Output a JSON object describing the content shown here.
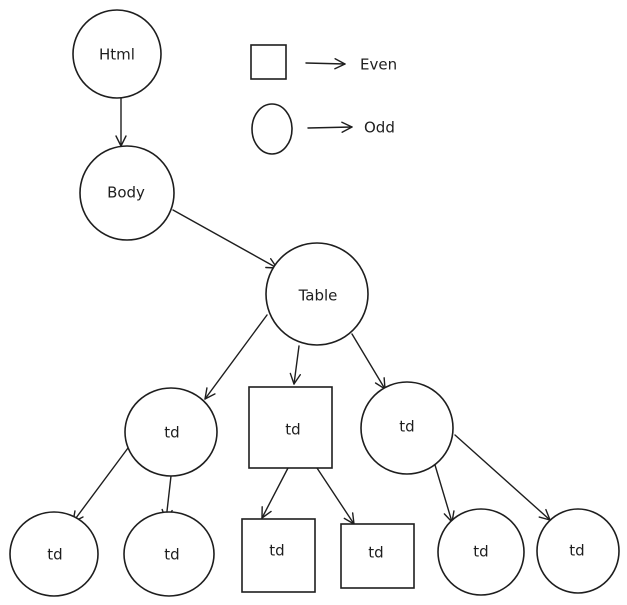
{
  "legend": {
    "even_label": "Even",
    "odd_label": "Odd"
  },
  "nodes": {
    "html": {
      "label": "Html",
      "shape": "circle"
    },
    "body": {
      "label": "Body",
      "shape": "circle"
    },
    "table": {
      "label": "Table",
      "shape": "circle"
    },
    "td_left": {
      "label": "td",
      "shape": "circle"
    },
    "td_middle": {
      "label": "td",
      "shape": "square"
    },
    "td_right": {
      "label": "td",
      "shape": "circle"
    },
    "td_leaf_1": {
      "label": "td",
      "shape": "circle"
    },
    "td_leaf_2": {
      "label": "td",
      "shape": "circle"
    },
    "td_leaf_3": {
      "label": "td",
      "shape": "square"
    },
    "td_leaf_4": {
      "label": "td",
      "shape": "square"
    },
    "td_leaf_5": {
      "label": "td",
      "shape": "circle"
    },
    "td_leaf_6": {
      "label": "td",
      "shape": "circle"
    }
  },
  "colors": {
    "stroke": "#1e1e1e",
    "background": "#ffffff"
  }
}
